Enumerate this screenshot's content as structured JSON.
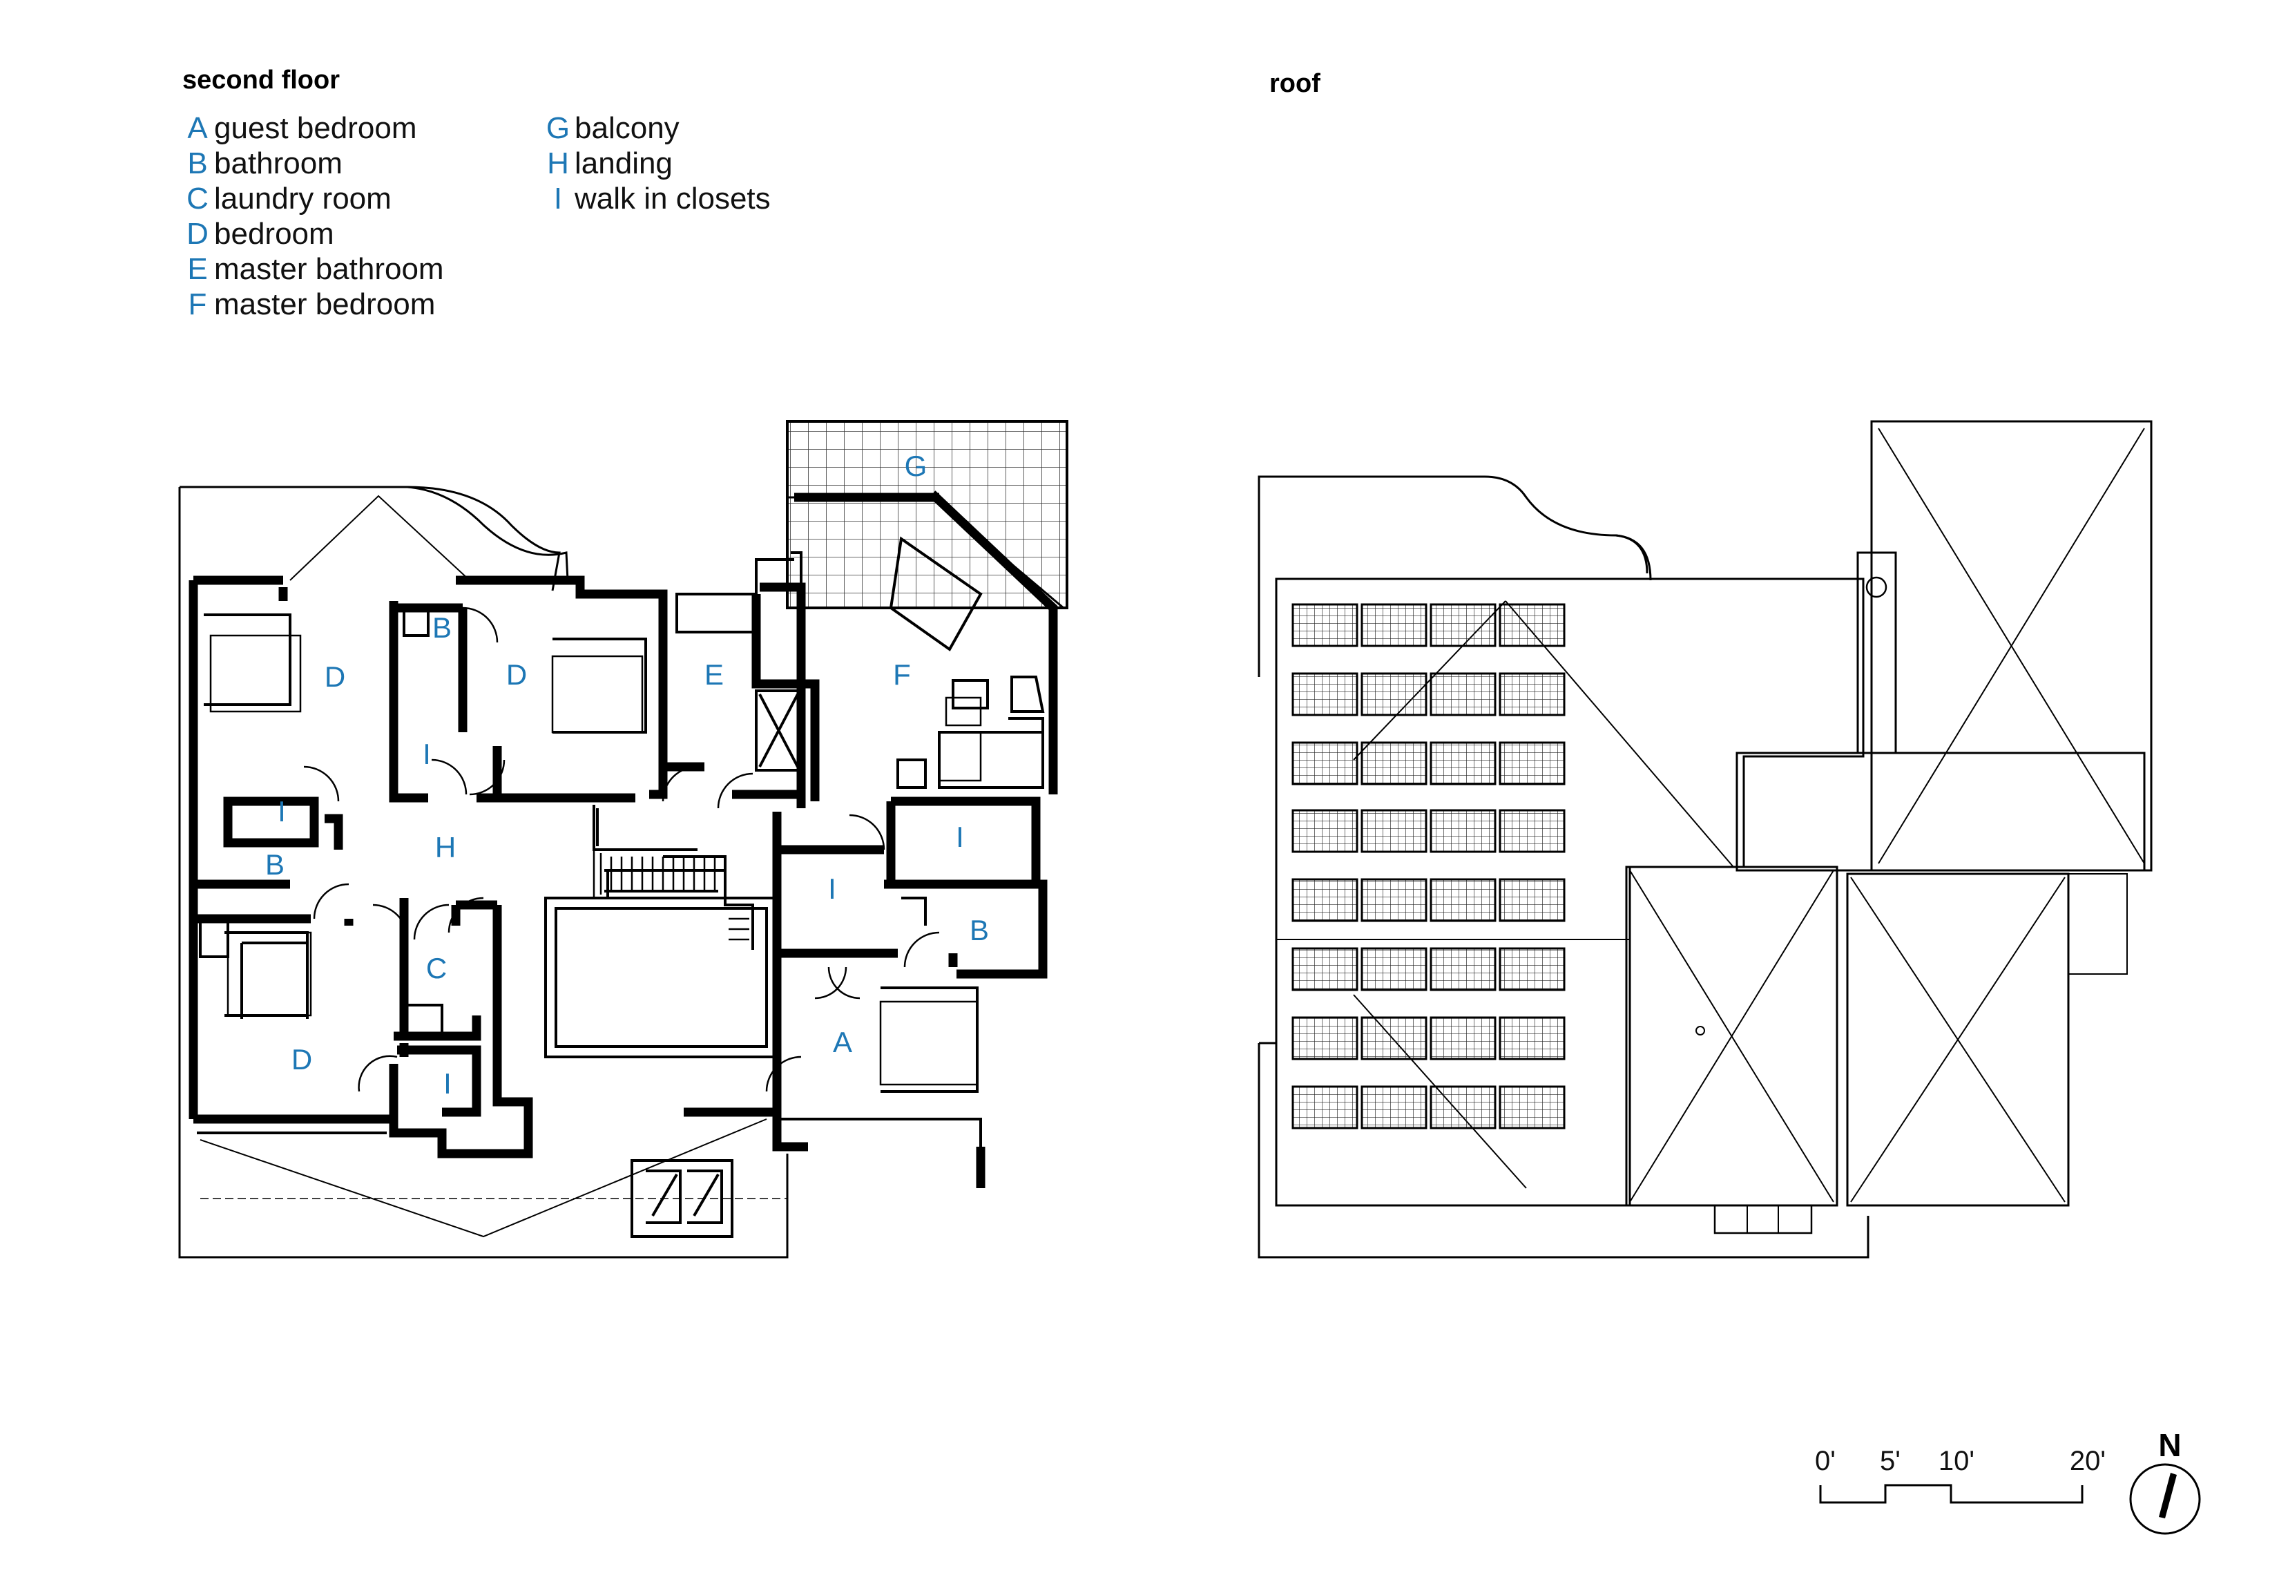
{
  "second_floor": {
    "title": "second floor",
    "legend_col1": [
      {
        "letter": "A",
        "label": "guest bedroom"
      },
      {
        "letter": "B",
        "label": "bathroom"
      },
      {
        "letter": "C",
        "label": "laundry room"
      },
      {
        "letter": "D",
        "label": "bedroom"
      },
      {
        "letter": "E",
        "label": "master bathroom"
      },
      {
        "letter": "F",
        "label": "master bedroom"
      }
    ],
    "legend_col2": [
      {
        "letter": "G",
        "label": "balcony"
      },
      {
        "letter": "H",
        "label": "landing"
      },
      {
        "letter": "I",
        "label": "walk in closets"
      }
    ],
    "room_labels": [
      "D",
      "B",
      "D",
      "E",
      "F",
      "G",
      "I",
      "I",
      "H",
      "B",
      "I",
      "I",
      "C",
      "D",
      "I",
      "B",
      "A"
    ]
  },
  "roof": {
    "title": "roof"
  },
  "scale_bar": {
    "ticks": [
      "0'",
      "5'",
      "10'",
      "20'"
    ]
  },
  "north_arrow": {
    "label": "N"
  },
  "colors": {
    "room_label": "#1d77b5",
    "wall": "#000000"
  }
}
